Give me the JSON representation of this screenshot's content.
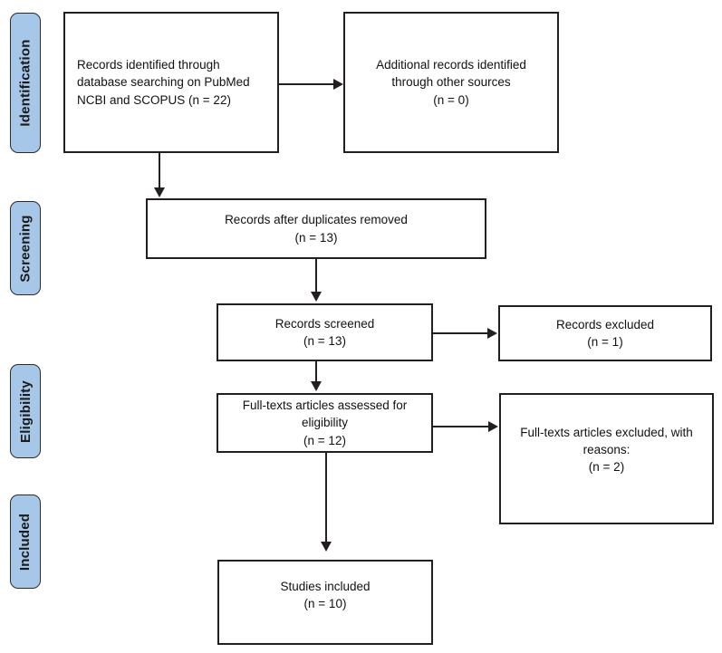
{
  "diagram": {
    "type": "prisma-flow-diagram",
    "background_color": "#ffffff",
    "box_border_color": "#231f20",
    "pill_fill_color": "#a6c7e8",
    "pill_border_color": "#2b2b2b",
    "text_color": "#111111"
  },
  "stages": [
    {
      "id": "identification",
      "label": "Identification"
    },
    {
      "id": "screening",
      "label": "Screening"
    },
    {
      "id": "eligibility",
      "label": "Eligibility"
    },
    {
      "id": "included",
      "label": "Included"
    }
  ],
  "boxes": {
    "records_identified": {
      "text": "Records identified through\ndatabase searching on PubMed\nNCBI and SCOPUS (n = 22)",
      "count": 22
    },
    "additional_records": {
      "text": "Additional records identified\nthrough other sources\n(n = 0)",
      "count": 0
    },
    "duplicates_removed": {
      "text": "Records after duplicates removed\n(n = 13)",
      "count": 13
    },
    "records_screened": {
      "text": "Records screened\n(n = 13)",
      "count": 13
    },
    "records_excluded": {
      "text": "Records excluded\n(n = 1)",
      "count": 1
    },
    "fulltexts_assessed": {
      "text": "Full-texts articles assessed for\neligibility\n(n = 12)",
      "count": 12
    },
    "fulltexts_excluded": {
      "text": "Full-texts articles excluded, with\nreasons:\n(n = 2)",
      "count": 2
    },
    "studies_included": {
      "text": "Studies included\n(n = 10)",
      "count": 10
    }
  },
  "connectors": [
    {
      "id": "identified-to-additional",
      "direction": "right"
    },
    {
      "id": "identified-to-duplicates",
      "direction": "down"
    },
    {
      "id": "duplicates-to-screened",
      "direction": "down"
    },
    {
      "id": "screened-to-excluded",
      "direction": "right"
    },
    {
      "id": "screened-to-fulltexts",
      "direction": "down"
    },
    {
      "id": "fulltexts-to-excluded",
      "direction": "right"
    },
    {
      "id": "fulltexts-to-included",
      "direction": "down"
    }
  ]
}
